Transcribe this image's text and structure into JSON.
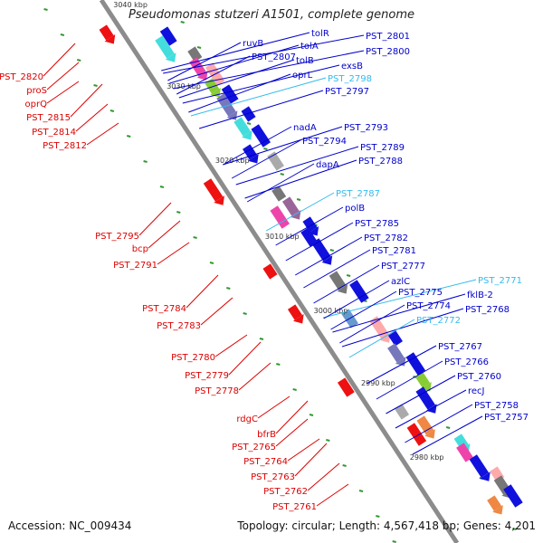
{
  "title": "Pseudomonas stutzeri A1501, complete genome",
  "footer": {
    "accession": "Accession: NC_009434",
    "summary": "Topology: circular; Length: 4,567,418 bp; Genes: 4,201"
  },
  "colors": {
    "backbone": "#8c8c8c",
    "label_left": "#dd0000",
    "label_right": "#0000cc",
    "label_highlight": "#33bbee",
    "tick": "#339933",
    "gene_red": "#ee1111",
    "gene_blue": "#1111dd"
  },
  "scale_labels": [
    "3040 kbp",
    "3030 kbp",
    "3020 kbp",
    "3010 kbp",
    "3000 kbp",
    "2990 kbp",
    "2980 kbp"
  ],
  "labels_left": [
    "PST_2820",
    "proS",
    "oprQ",
    "PST_2815",
    "PST_2814",
    "PST_2812",
    "PST_2795",
    "bcp",
    "PST_2791",
    "PST_2784",
    "PST_2783",
    "PST_2780",
    "PST_2779",
    "PST_2778",
    "rdgC",
    "bfrB",
    "PST_2765",
    "PST_2764",
    "PST_2763",
    "PST_2762",
    "PST_2761"
  ],
  "labels_right": [
    {
      "text": "tolR",
      "highlight": false
    },
    {
      "text": "ruvB",
      "highlight": false
    },
    {
      "text": "tolA",
      "highlight": false
    },
    {
      "text": "PST_2801",
      "highlight": false
    },
    {
      "text": "PST_2807",
      "highlight": false
    },
    {
      "text": "tolB",
      "highlight": false
    },
    {
      "text": "PST_2800",
      "highlight": false
    },
    {
      "text": "exsB",
      "highlight": false
    },
    {
      "text": "oprL",
      "highlight": false
    },
    {
      "text": "PST_2798",
      "highlight": true
    },
    {
      "text": "PST_2797",
      "highlight": false
    },
    {
      "text": "nadA",
      "highlight": false
    },
    {
      "text": "PST_2793",
      "highlight": false
    },
    {
      "text": "PST_2794",
      "highlight": false
    },
    {
      "text": "PST_2789",
      "highlight": false
    },
    {
      "text": "dapA",
      "highlight": false
    },
    {
      "text": "PST_2788",
      "highlight": false
    },
    {
      "text": "PST_2787",
      "highlight": true
    },
    {
      "text": "polB",
      "highlight": false
    },
    {
      "text": "PST_2785",
      "highlight": false
    },
    {
      "text": "PST_2782",
      "highlight": false
    },
    {
      "text": "PST_2781",
      "highlight": false
    },
    {
      "text": "PST_2777",
      "highlight": false
    },
    {
      "text": "PST_2771",
      "highlight": true
    },
    {
      "text": "azlC",
      "highlight": false
    },
    {
      "text": "PST_2775",
      "highlight": false
    },
    {
      "text": "fklB-2",
      "highlight": false
    },
    {
      "text": "PST_2774",
      "highlight": false
    },
    {
      "text": "PST_2768",
      "highlight": false
    },
    {
      "text": "PST_2772",
      "highlight": true
    },
    {
      "text": "PST_2767",
      "highlight": false
    },
    {
      "text": "PST_2766",
      "highlight": false
    },
    {
      "text": "PST_2760",
      "highlight": false
    },
    {
      "text": "recJ",
      "highlight": false
    },
    {
      "text": "PST_2758",
      "highlight": false
    },
    {
      "text": "PST_2757",
      "highlight": false
    }
  ]
}
